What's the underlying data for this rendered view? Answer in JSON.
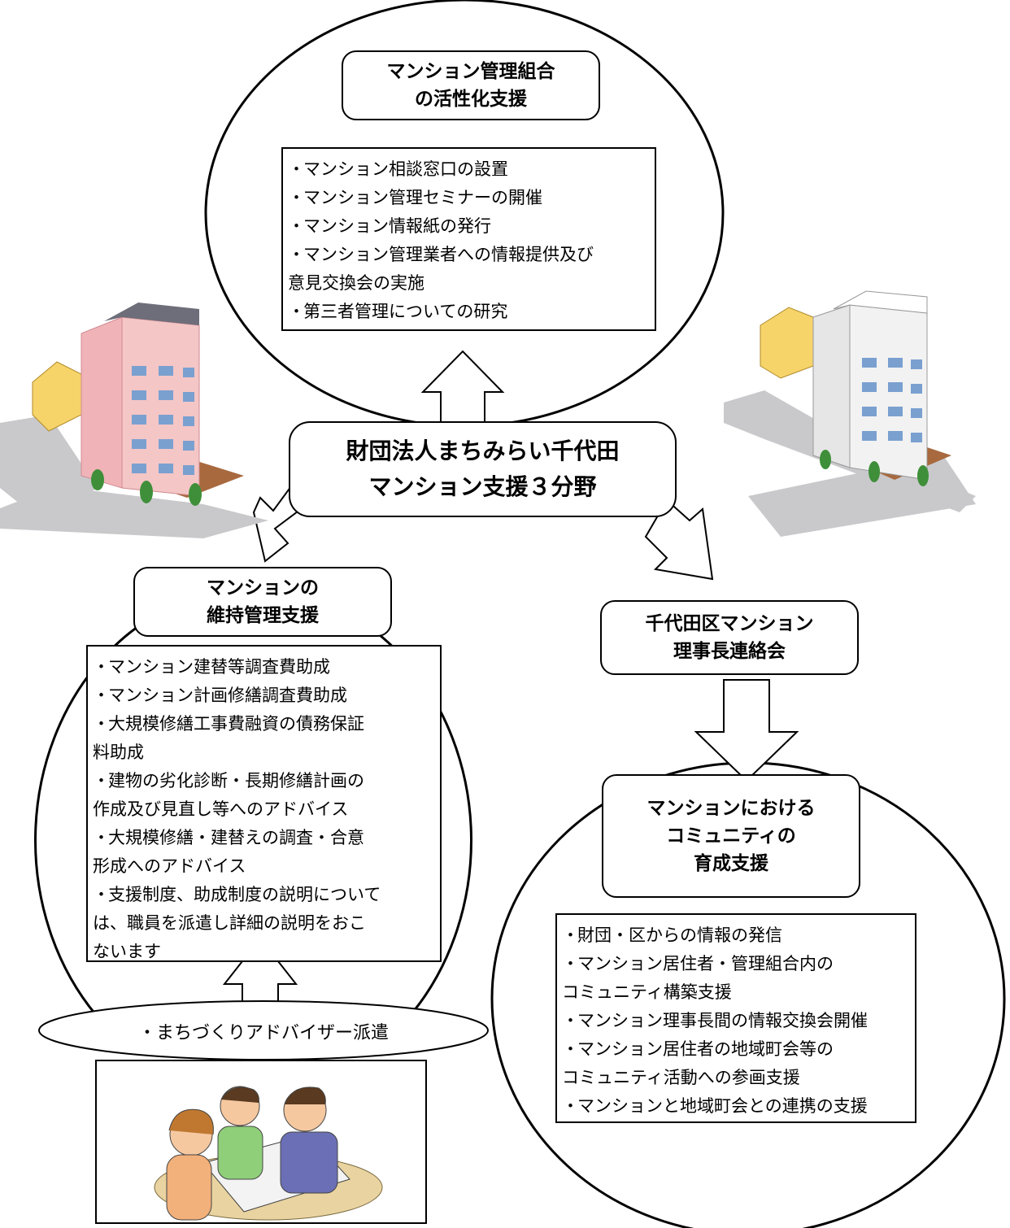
{
  "center": {
    "title": "財団法人まちみらい千代田\nマンション支援３分野"
  },
  "top": {
    "title": "マンション管理組合\nの活性化支援",
    "items": [
      "マンション相談窓口の設置",
      "マンション管理セミナーの開催",
      "マンション情報紙の発行",
      "マンション管理業者への情報提供及び\n意見交換会の実施",
      "第三者管理についての研究"
    ]
  },
  "left": {
    "title": "マンションの\n維持管理支援",
    "items": [
      "マンション建替等調査費助成",
      "マンション計画修繕調査費助成",
      "大規模修繕工事費融資の債務保証\n料助成",
      "建物の劣化診断・長期修繕計画の\n作成及び見直し等へのアドバイス",
      "大規模修繕・建替えの調査・合意\n形成へのアドバイス",
      "支援制度、助成制度の説明について\nは、職員を派遣し詳細の説明をおこ\nないます"
    ],
    "advisor": "・まちづくりアドバイザー派遣"
  },
  "right": {
    "council": "千代田区マンション\n理事長連絡会",
    "title": "マンションにおける\nコミュニティの\n育成支援",
    "items": [
      "財団・区からの情報の発信",
      "マンション居住者・管理組合内の\nコミュニティ構築支援",
      "マンション理事長間の情報交換会開催",
      "マンション居住者の地域町会等の\nコミュニティ活動への参画支援",
      "マンションと地域町会との連携の支援"
    ]
  },
  "colors": {
    "pink_building": "#f4c6c6",
    "white_building": "#f2f2f2",
    "yellow_house": "#f6d46a",
    "roof_gray": "#6e6e7a",
    "brick": "#a8693f",
    "road": "#c9c9cc",
    "tree": "#3f8f3a"
  }
}
